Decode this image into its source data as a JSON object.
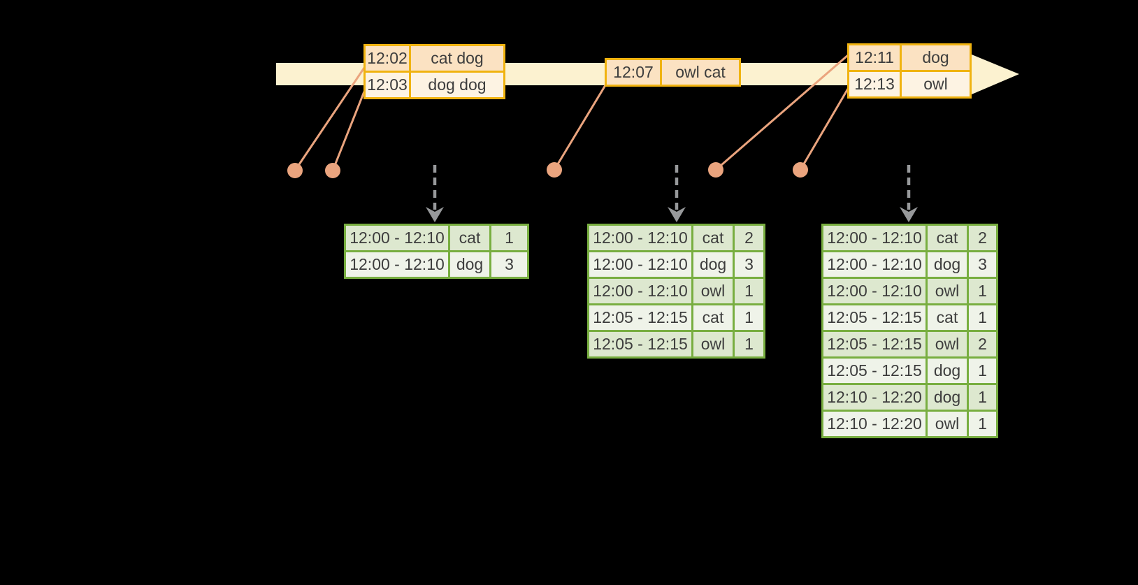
{
  "colors": {
    "background": "#000000",
    "timeline_band": "#fcf2d0",
    "event_table_border": "#f0b310",
    "event_row_peach": "#fbe2c2",
    "event_row_cream": "#fdf3e3",
    "connector_salmon": "#eaa47e",
    "trigger_arrow_gray": "#97999b",
    "result_table_border": "#78ae40",
    "result_row_green": "#dde8cf",
    "result_row_light": "#eff3e9",
    "text": "#3d3d3d"
  },
  "event_batches": [
    {
      "rows": [
        {
          "time": "12:02",
          "words": "cat dog"
        },
        {
          "time": "12:03",
          "words": "dog dog"
        }
      ]
    },
    {
      "rows": [
        {
          "time": "12:07",
          "words": "owl cat"
        }
      ]
    },
    {
      "rows": [
        {
          "time": "12:11",
          "words": "dog"
        },
        {
          "time": "12:13",
          "words": "owl"
        }
      ]
    }
  ],
  "result_tables": [
    {
      "rows": [
        {
          "window": "12:00 - 12:10",
          "word": "cat",
          "count": "1"
        },
        {
          "window": "12:00 - 12:10",
          "word": "dog",
          "count": "3"
        }
      ]
    },
    {
      "rows": [
        {
          "window": "12:00 - 12:10",
          "word": "cat",
          "count": "2"
        },
        {
          "window": "12:00 - 12:10",
          "word": "dog",
          "count": "3"
        },
        {
          "window": "12:00 - 12:10",
          "word": "owl",
          "count": "1"
        },
        {
          "window": "12:05 - 12:15",
          "word": "cat",
          "count": "1"
        },
        {
          "window": "12:05 - 12:15",
          "word": "owl",
          "count": "1"
        }
      ]
    },
    {
      "rows": [
        {
          "window": "12:00 - 12:10",
          "word": "cat",
          "count": "2"
        },
        {
          "window": "12:00 - 12:10",
          "word": "dog",
          "count": "3"
        },
        {
          "window": "12:00 - 12:10",
          "word": "owl",
          "count": "1"
        },
        {
          "window": "12:05 - 12:15",
          "word": "cat",
          "count": "1"
        },
        {
          "window": "12:05 - 12:15",
          "word": "owl",
          "count": "2"
        },
        {
          "window": "12:05 - 12:15",
          "word": "dog",
          "count": "1"
        },
        {
          "window": "12:10 - 12:20",
          "word": "dog",
          "count": "1"
        },
        {
          "window": "12:10 - 12:20",
          "word": "owl",
          "count": "1"
        }
      ]
    }
  ]
}
